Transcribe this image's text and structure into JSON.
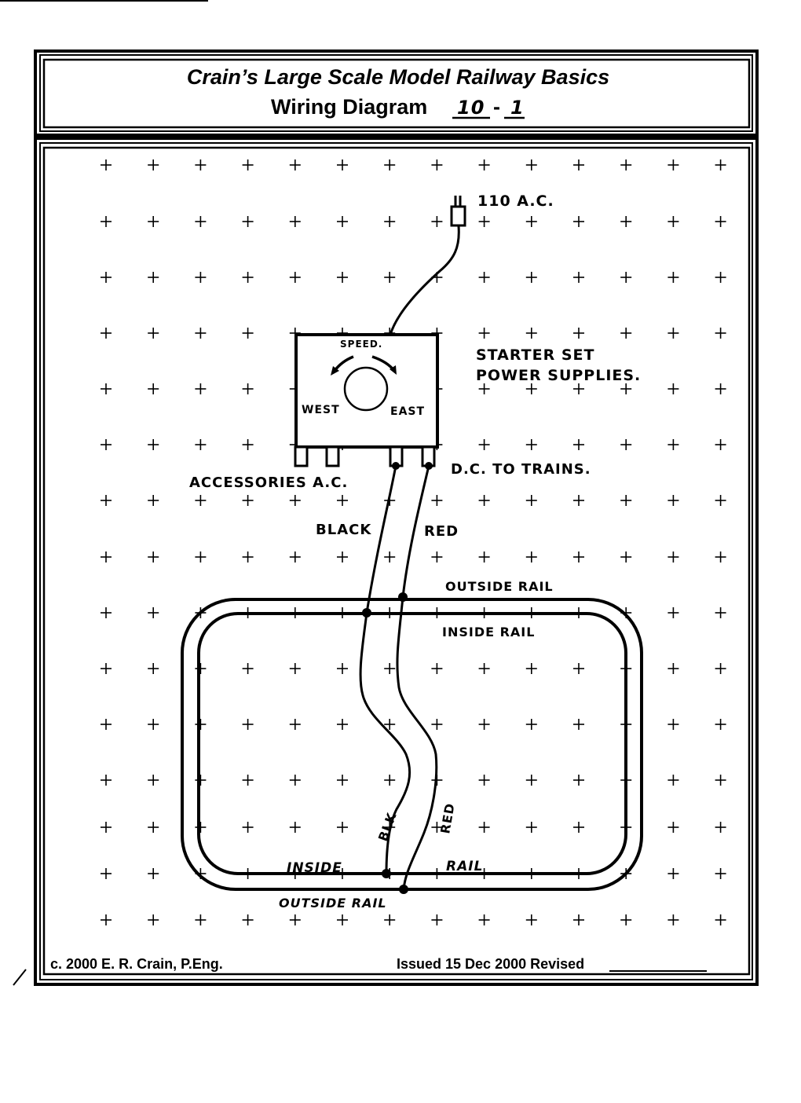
{
  "header": {
    "title": "Crain’s Large Scale Model Railway Basics",
    "subtitle_prefix": "Wiring Diagram",
    "diagram_number_major": "10",
    "diagram_number_separator": "-",
    "diagram_number_minor": "1"
  },
  "diagram": {
    "grid": {
      "columns": 14,
      "rows": 15,
      "marker": "+"
    },
    "power_plug_label": "110 A.C.",
    "power_supply": {
      "speed_label": "SPEED.",
      "west_label": "WEST",
      "east_label": "EAST",
      "knob": "speed-knob",
      "title_line1": "STARTER SET",
      "title_line2": "POWER SUPPLIES.",
      "accessories_label": "ACCESSORIES A.C.",
      "dc_label": "D.C. TO TRAINS."
    },
    "wires": {
      "black_label": "BLACK",
      "red_label": "RED",
      "blk_label": "BLK",
      "red_label_lower": "RED"
    },
    "track": {
      "outside_rail_top_label": "OUTSIDE RAIL",
      "inside_rail_top_label": "INSIDE RAIL",
      "inside_rail_bottom_label_1": "INSIDE",
      "inside_rail_bottom_label_2": "RAIL",
      "outside_rail_bottom_label": "OUTSIDE RAIL"
    },
    "colors": {
      "ink": "#000000",
      "paper": "#ffffff"
    }
  },
  "footer": {
    "copyright": "c. 2000 E. R. Crain, P.Eng.",
    "issued": "Issued 15 Dec 2000 Revised",
    "revised_blank": "__________"
  }
}
